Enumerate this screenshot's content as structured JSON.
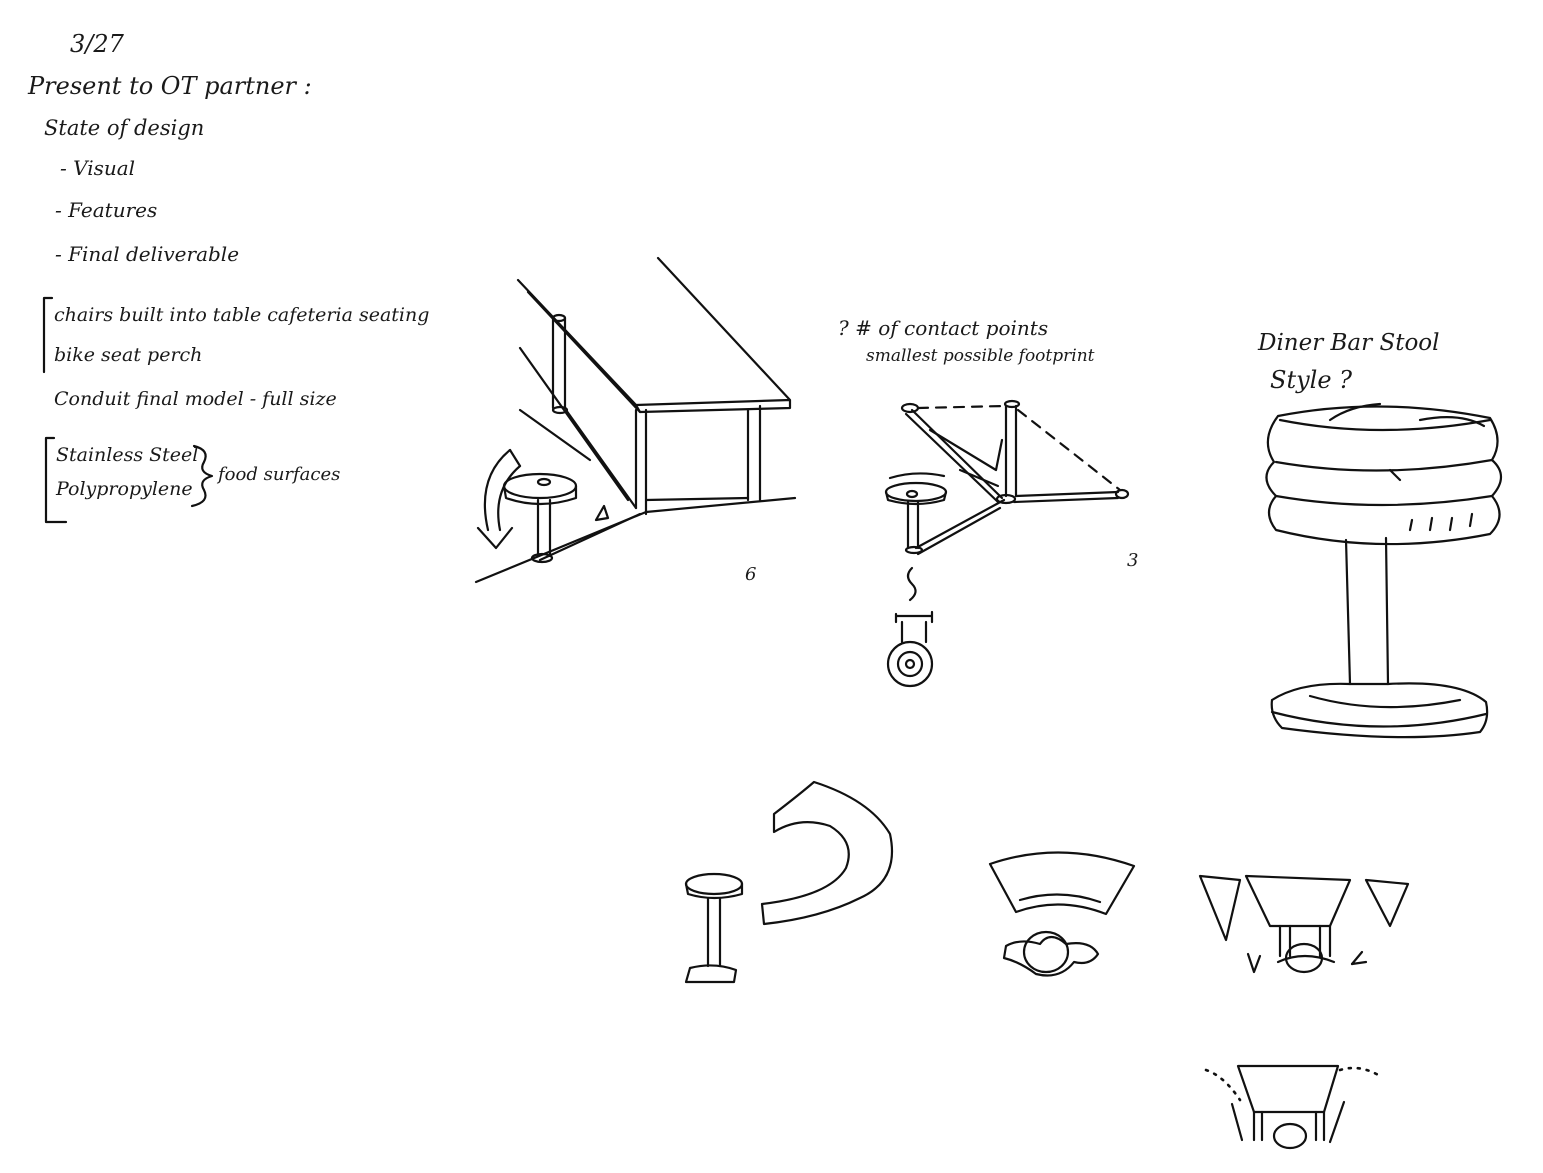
{
  "notes": {
    "date": "3/27",
    "heading": "Present to OT partner :",
    "state": "State of design",
    "items": [
      "- Visual",
      "- Features",
      "- Final deliverable"
    ],
    "ideas": [
      "chairs built into table cafeteria seating",
      "bike seat perch",
      "Conduit final model - full size"
    ],
    "materials": [
      "Stainless Steel",
      "Polypropylene"
    ],
    "materials_note": "food surfaces"
  },
  "sketch_notes": {
    "contact_q": "? # of contact points",
    "footprint": "smallest possible footprint",
    "diner_1": "Diner Bar Stool",
    "diner_2": "Style ?",
    "num_6": "6",
    "num_3": "3"
  }
}
